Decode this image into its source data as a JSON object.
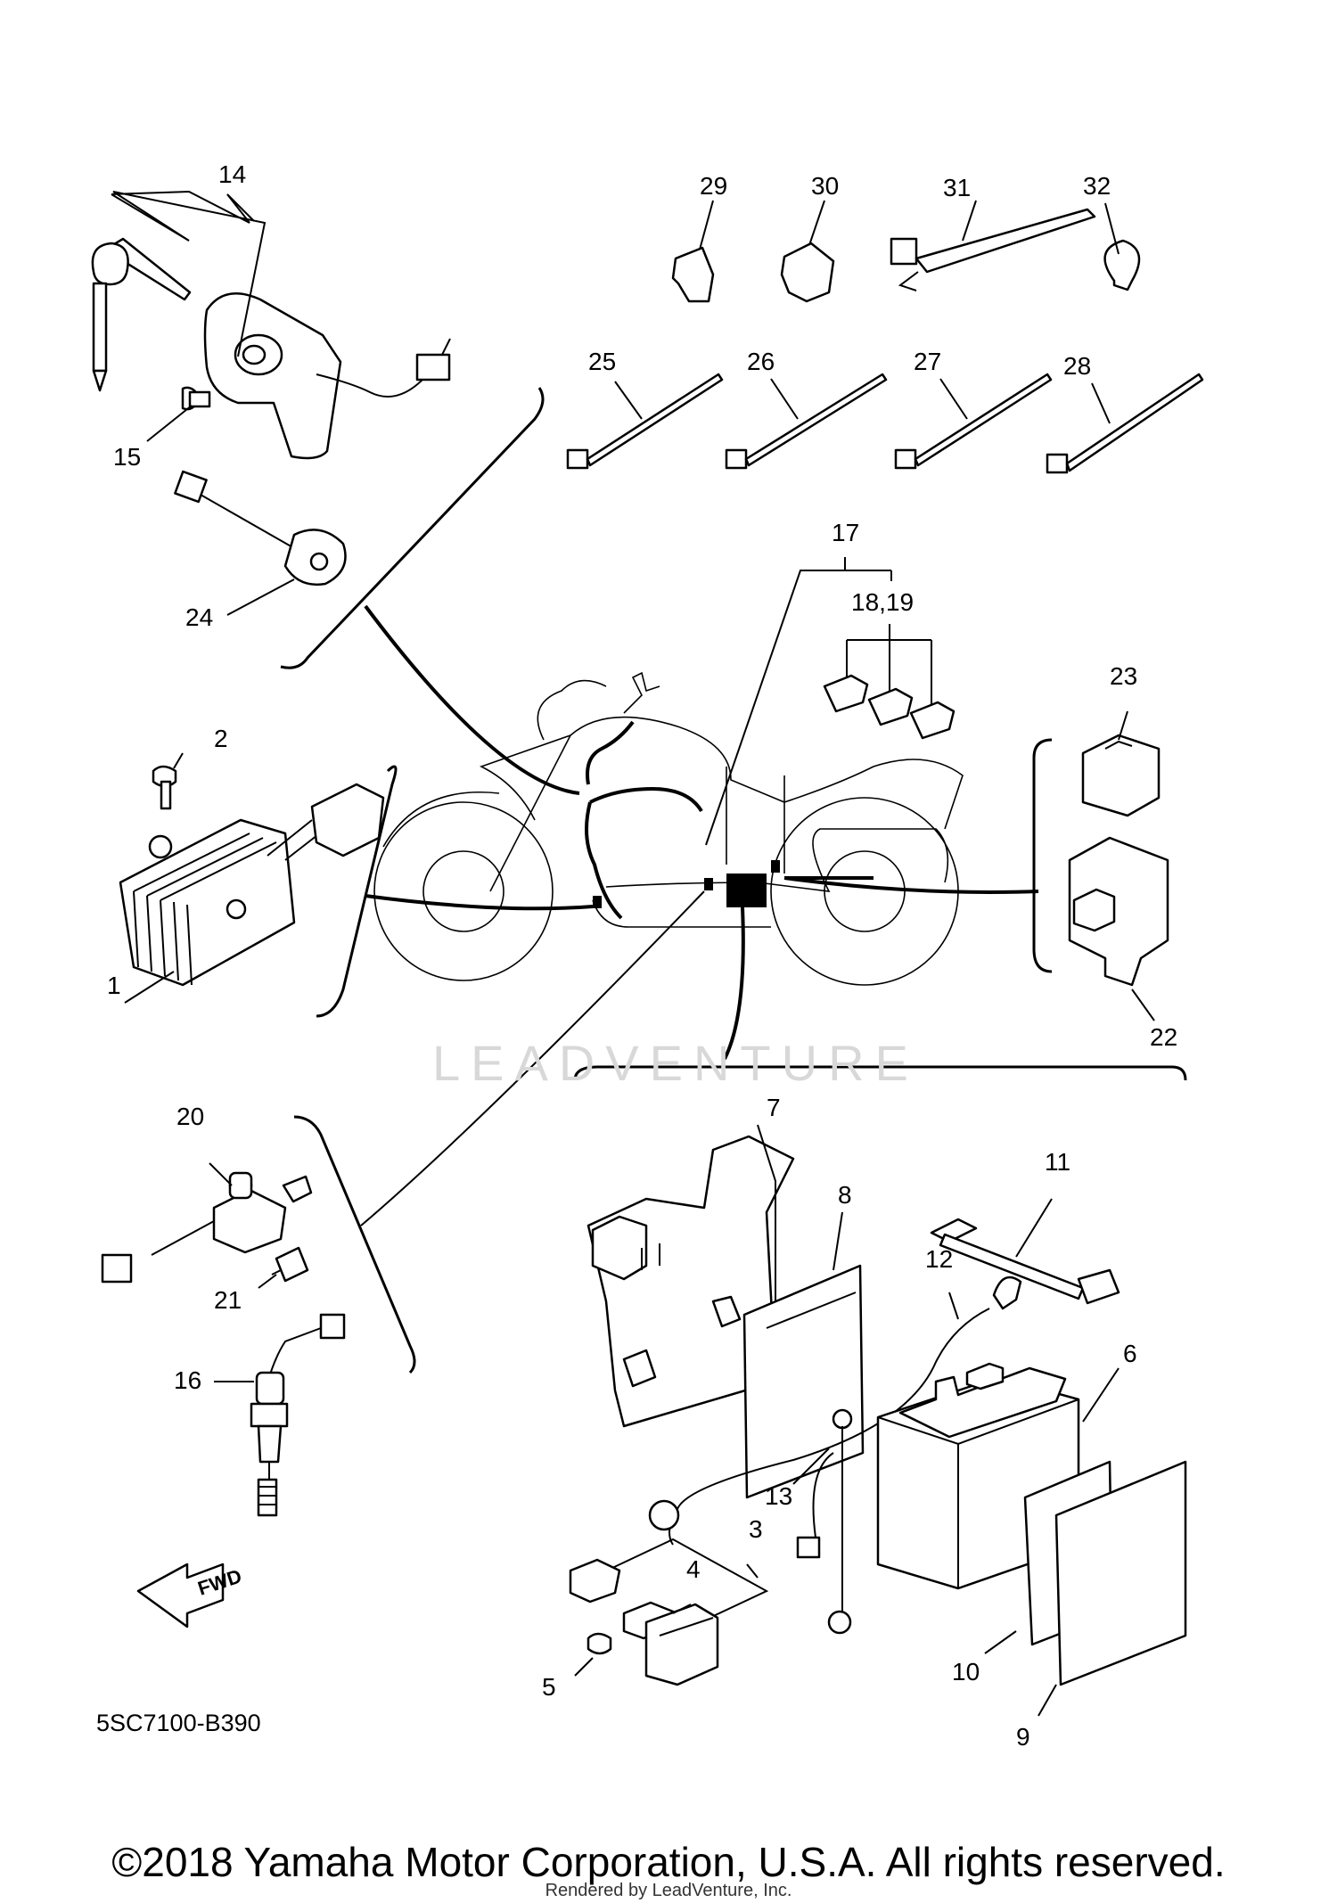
{
  "callouts": {
    "c1": "1",
    "c2": "2",
    "c3": "3",
    "c4": "4",
    "c5": "5",
    "c6": "6",
    "c7": "7",
    "c8": "8",
    "c9": "9",
    "c10": "10",
    "c11": "11",
    "c12": "12",
    "c13": "13",
    "c14": "14",
    "c15": "15",
    "c16": "16",
    "c17": "17",
    "c18_19": "18,19",
    "c20": "20",
    "c21": "21",
    "c22": "22",
    "c23": "23",
    "c24": "24",
    "c25": "25",
    "c26": "26",
    "c27": "27",
    "c28": "28",
    "c29": "29",
    "c30": "30",
    "c31": "31",
    "c32": "32"
  },
  "fwd_label": "FWD",
  "diagram_code": "5SC7100-B390",
  "watermark": "LEADVENTURE",
  "copyright": "©2018 Yamaha Motor Corporation, U.S.A. All rights reserved.",
  "rendered_by": "Rendered by LeadVenture, Inc."
}
